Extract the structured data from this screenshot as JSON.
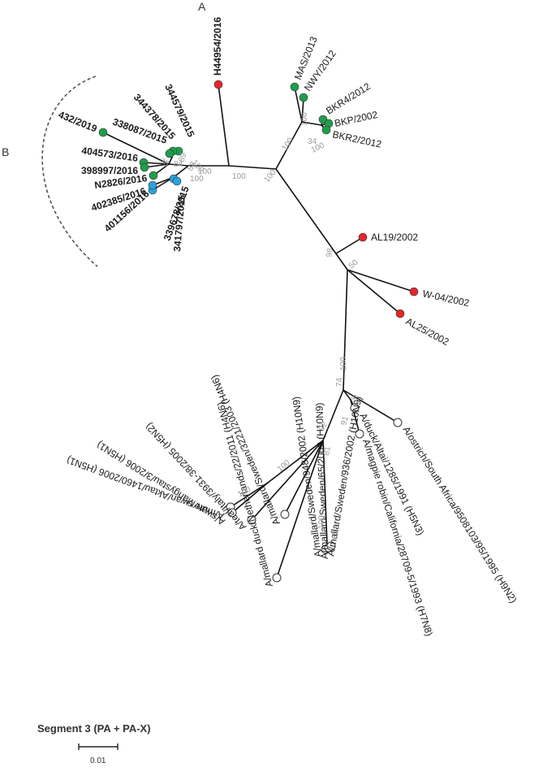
{
  "figure": {
    "title": "Segment 3 (PA + PA-X)",
    "scale_label": "0.01",
    "clade_labels": {
      "a": "A",
      "b": "B"
    },
    "colors": {
      "red": "#e3262b",
      "green": "#1e9e4a",
      "blue": "#2aa2dc",
      "open": "#ffffff"
    }
  },
  "taxa": {
    "h44954": "H44954/2016",
    "mas": "MAS/2013",
    "nwy": "NWY/2012",
    "bkr4": "BKR4/2012",
    "bkp": "BKP/2002",
    "bkr2": "BKR2/2012",
    "t432": "432/2019",
    "t344579": "344579/2015",
    "t344378": "344378/2015",
    "t338087": "338087/2015",
    "t404573": "404573/2016",
    "t398997": "398997/2016",
    "n2826": "N2826/2016",
    "t402385": "402385/2016",
    "t401156": "401156/2016",
    "t339678": "339678/2015",
    "t341797": "341797/2015",
    "al19": "AL19/2002",
    "w04": "W-04/2002",
    "al25": "AL25/2002",
    "ostrich": "A/ostrich/South Africa/9508103/95/1995 (H9N2)",
    "duck_altai": "A/duck/Altai/1285/1991 (H5N3)",
    "magpie": "A/magpie robin/California/28709-5/1993 (H7N8)",
    "mute_swan": "A/mute swan/Aktau/1460/2006 (H5N1)",
    "swan_mangy": "A/swan/Mangystau/3/2006 (H5N1)",
    "teal_italy": "A/teal/Italy/3931-38/2005 (H5N2)",
    "mallard_3221": "A/mallard/Sweden/3221/2003 (H4N6)",
    "mallard_duck_nl": "A/mallard duck/Netherlands/22/2011 (H4N6)",
    "mallard_948": "A/mallard/Sweden/948/2002 (H10N9)",
    "mallard_65": "A/mallard/Sweden/65/2002 (H10N9)",
    "mallard_936": "A/mallard/Sweden/936/2002 (H10N9)"
  },
  "bootstrap": {
    "b100_center_left": "100",
    "b100_center": "100",
    "b100_upper": "100",
    "b34": "34",
    "b100_bk": "100",
    "b100_bkr2": "100",
    "b98": "98",
    "b50": "50",
    "b100_lower": "100",
    "b74": "74",
    "b98_lower": "98",
    "b92": "92",
    "b91": "91",
    "b81": "81",
    "b100_swan": "100",
    "b100_mute": "100",
    "b100_mallard": "100",
    "b65": "65",
    "b100_clusterB": "100",
    "b84": "84",
    "b75": "75",
    "b89": "89",
    "b88": "88",
    "b100_blue": "100",
    "b100_green": "100"
  }
}
